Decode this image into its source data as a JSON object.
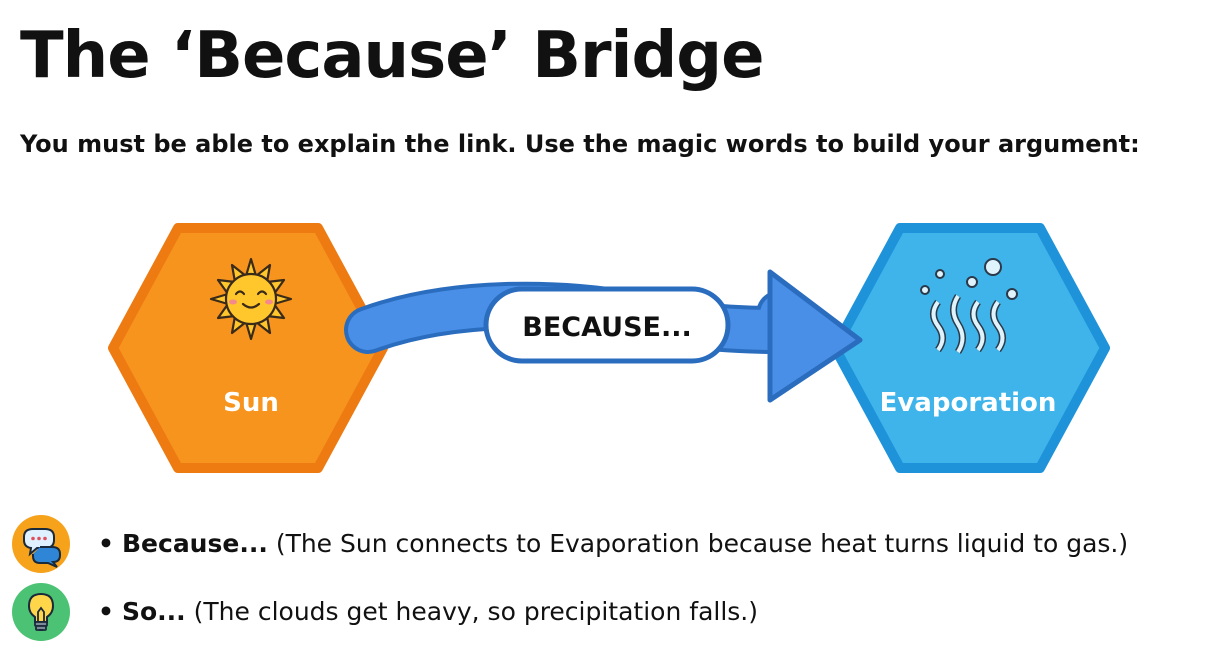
{
  "title": "The ‘Because’ Bridge",
  "subtitle": "You must be able to explain the link. Use the magic words to build your argument:",
  "diagram": {
    "left_node": {
      "label": "Sun",
      "icon": "sun-icon",
      "color": "#F7941D",
      "border": "#EE7A12"
    },
    "right_node": {
      "label": "Evaporation",
      "icon": "steam-icon",
      "color": "#3FB4EA",
      "border": "#1E93DA"
    },
    "connector": {
      "label": "BECAUSE...",
      "color": "#4A8FE7"
    }
  },
  "bullets": [
    {
      "icon": "chat-bubbles-icon",
      "icon_color": "#F7A21B",
      "key": "Because...",
      "text": "(The Sun connects to Evaporation because heat turns liquid to gas.)"
    },
    {
      "icon": "lightbulb-icon",
      "icon_color": "#4CC374",
      "key": "So...",
      "text": "(The clouds get heavy, so precipitation falls.)"
    }
  ],
  "bullet_symbol": "•"
}
